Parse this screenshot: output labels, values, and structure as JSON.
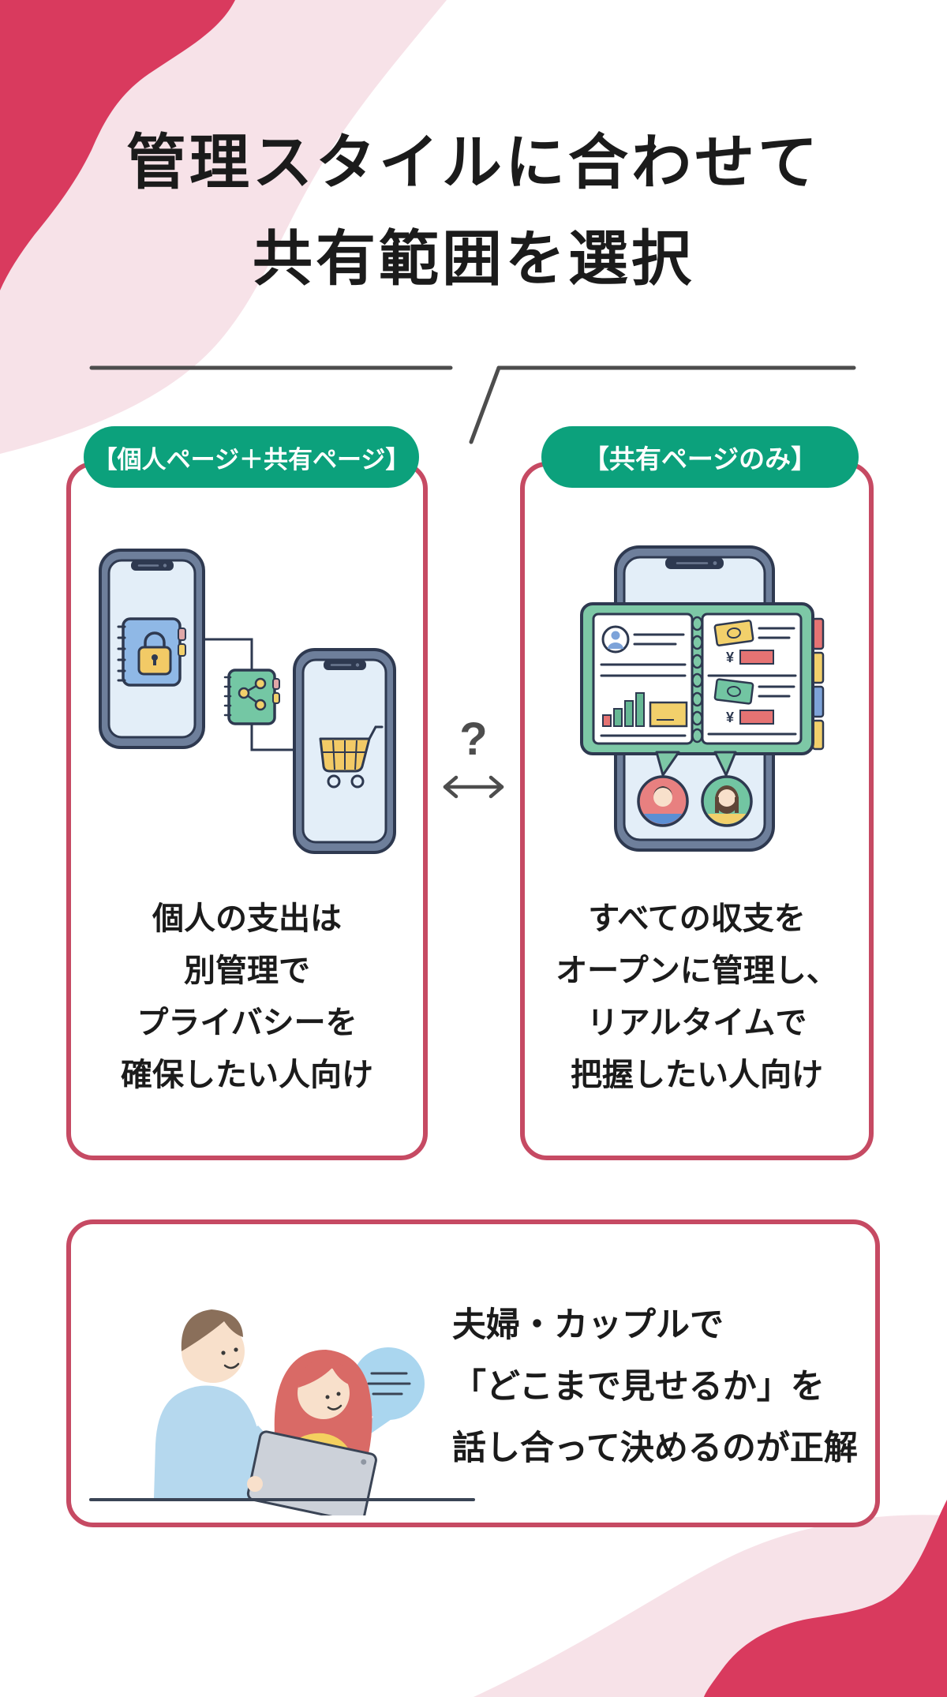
{
  "title": {
    "line1": "管理スタイルに合わせて",
    "line2": "共有範囲を選択"
  },
  "cards": {
    "left": {
      "badge": "【個人ページ＋共有ページ】",
      "lines": [
        "個人の支出は",
        "別管理で",
        "プライバシーを",
        "確保したい人向け"
      ]
    },
    "right": {
      "badge": "【共有ページのみ】",
      "lines": [
        "すべての収支を",
        "オープンに管理し、",
        "リアルタイムで",
        "把握したい人向け"
      ]
    }
  },
  "connector": {
    "question_mark": "?"
  },
  "advice": {
    "lines": [
      "夫婦・カップルで",
      "「どこまで見せるか」を",
      "話し合って決めるのが正解"
    ]
  },
  "icons": {
    "yen": "¥"
  },
  "colors": {
    "accent_red": "#d93a5e",
    "accent_pink": "#f7e2e8",
    "card_border": "#c64a63",
    "badge_green": "#0ca17c",
    "text_dark": "#1b1b1b",
    "divider_gray": "#4d4d4d",
    "illustration_outline": "#2e3950",
    "phone_frame": "#6e7f9b",
    "phone_screen": "#e3eef8",
    "notebook_blue": "#8fb8e6",
    "notebook_green": "#7dc8a6",
    "lock_yellow": "#f2ca66",
    "tab_red": "#e57373",
    "tab_yellow": "#f2d06b",
    "tab_blue": "#7da3d9"
  }
}
